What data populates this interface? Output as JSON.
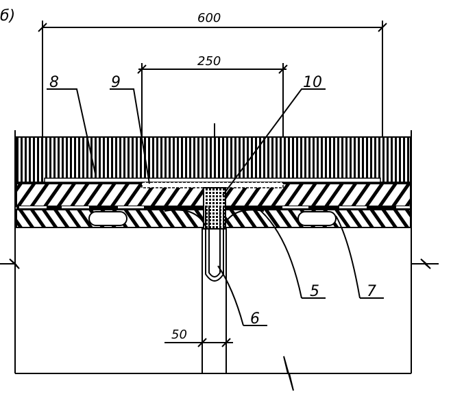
{
  "figure_label": "б)",
  "dimensions": {
    "overall": "600",
    "inner": "250",
    "joint": "50"
  },
  "callouts": [
    "8",
    "9",
    "10",
    "5",
    "7",
    "6"
  ]
}
